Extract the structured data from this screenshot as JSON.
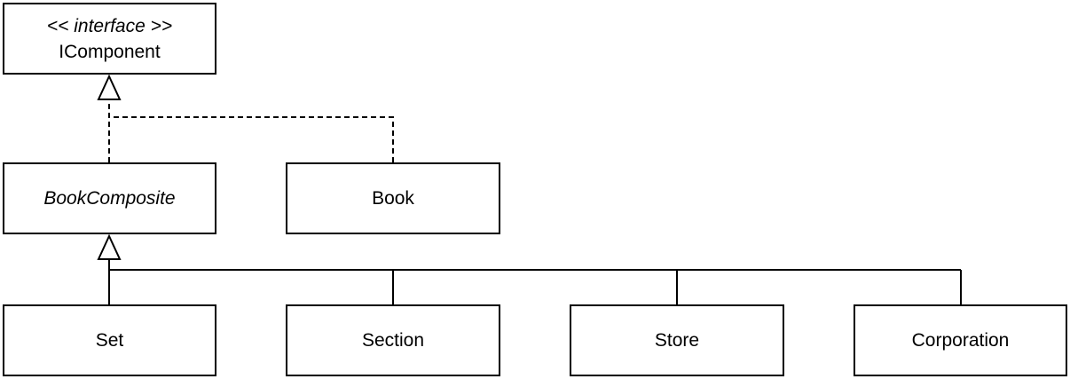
{
  "diagram": {
    "interface": {
      "stereotype": "<< interface >>",
      "name": "IComponent"
    },
    "abstract_class": {
      "name": "BookComposite"
    },
    "classes": {
      "book": "Book",
      "set": "Set",
      "section": "Section",
      "store": "Store",
      "corporation": "Corporation"
    },
    "relations": [
      {
        "from": "BookComposite",
        "to": "IComponent",
        "kind": "realization"
      },
      {
        "from": "Book",
        "to": "IComponent",
        "kind": "realization"
      },
      {
        "from": "Set",
        "to": "BookComposite",
        "kind": "generalization"
      },
      {
        "from": "Section",
        "to": "BookComposite",
        "kind": "generalization"
      },
      {
        "from": "Store",
        "to": "BookComposite",
        "kind": "generalization"
      },
      {
        "from": "Corporation",
        "to": "BookComposite",
        "kind": "generalization"
      }
    ],
    "colors": {
      "line": "#000000",
      "fill": "#ffffff"
    }
  }
}
